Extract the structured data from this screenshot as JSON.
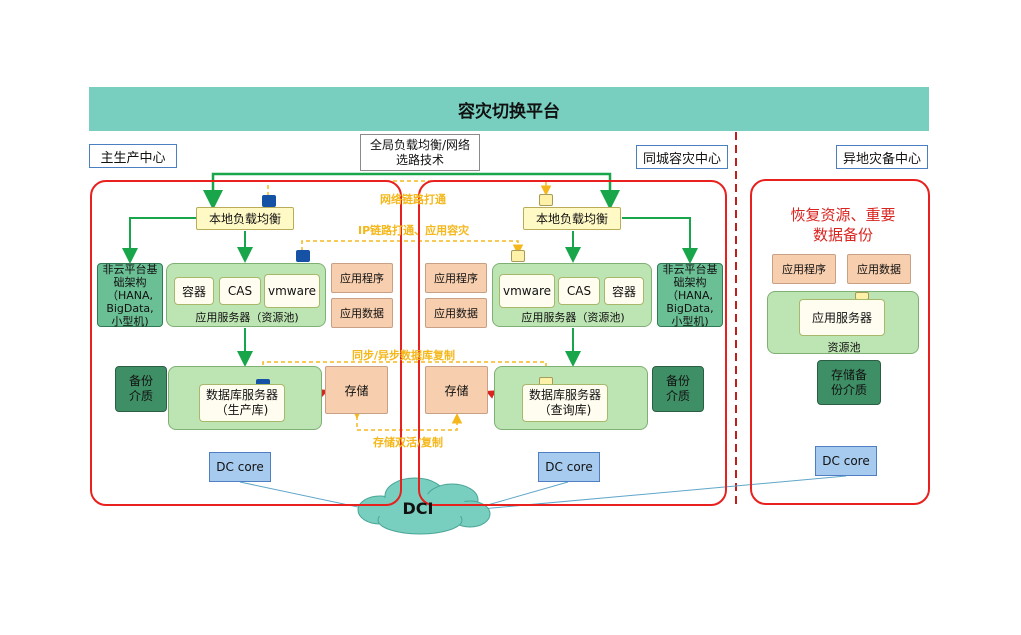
{
  "title": "容灾切换平台",
  "centers": {
    "main": "主生产中心",
    "same_city": "同城容灾中心",
    "remote": "异地灾备中心"
  },
  "global_lb": "全局负载均衡/网络选路技术",
  "link_labels": {
    "network": "网络链路打通",
    "ip": "IP链路打通、应用容灾",
    "db_sync": "同步/异步数据库复制",
    "storage": "存储双活/复制"
  },
  "main": {
    "local_lb": "本地负载均衡",
    "noncloud": "非云平台基础架构（HANA, BigData, 小型机)",
    "container": "容器",
    "cas": "CAS",
    "vmware": "vmware",
    "app_server_pool": "应用服务器（资源池)",
    "app_program": "应用程序",
    "app_data": "应用数据",
    "backup_media": "备份介质",
    "db_server": "数据库服务器（生产库)",
    "storage": "存储",
    "dc_core": "DC core"
  },
  "same_city": {
    "local_lb": "本地负载均衡",
    "noncloud": "非云平台基础架构（HANA, BigData, 小型机)",
    "vmware": "vmware",
    "cas": "CAS",
    "container": "容器",
    "app_server_pool": "应用服务器（资源池)",
    "app_program": "应用程序",
    "app_data": "应用数据",
    "backup_media": "备份介质",
    "db_server": "数据库服务器（查询库)",
    "storage": "存储",
    "dc_core": "DC core"
  },
  "remote": {
    "headline": "恢复资源、重要数据备份",
    "app_program": "应用程序",
    "app_data": "应用数据",
    "app_server": "应用服务器",
    "resource_pool": "资源池",
    "storage_backup": "存储备份介质",
    "dc_core": "DC core"
  },
  "dci": "DCI",
  "colors": {
    "banner": "#78cfc0",
    "region_border": "#e8201e",
    "green_arrow": "#19a64a",
    "orange_dashed": "#f4b81c",
    "node_green": "#bde4b3",
    "peach": "#f7cfae",
    "dark_green": "#3f8f66",
    "dc_core": "#a7cbef",
    "cloud": "#78cfc0"
  }
}
